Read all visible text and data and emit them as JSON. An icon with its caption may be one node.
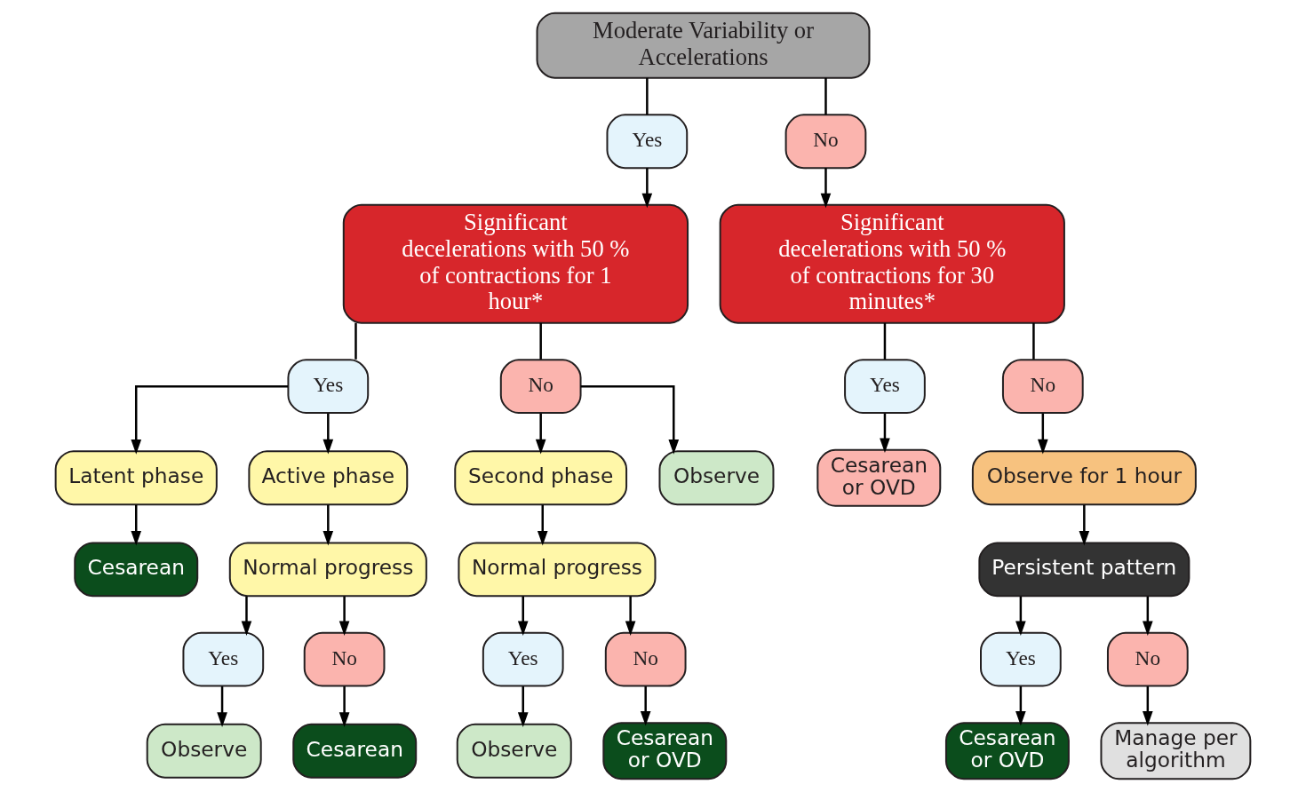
{
  "diagram": {
    "nodes": [
      {
        "text": [
          "Moderate Variability or Accelerations"
        ]
      },
      {
        "text": [
          "Yes"
        ]
      },
      {
        "text": [
          "No"
        ]
      },
      {
        "text": [
          "Significant decelerations with 50 % of contractions for 1 hour*"
        ]
      },
      {
        "text": [
          "Significant decelerations with 50 % of contractions for 30 minutes*"
        ]
      },
      {
        "text": [
          "Yes"
        ]
      },
      {
        "text": [
          "No"
        ]
      },
      {
        "text": [
          "Yes"
        ]
      },
      {
        "text": [
          "No"
        ]
      },
      {
        "text": [
          "Latent phase"
        ]
      },
      {
        "text": [
          "Active phase"
        ]
      },
      {
        "text": [
          "Second phase"
        ]
      },
      {
        "text": [
          "Observe"
        ]
      },
      {
        "text": [
          "Cesarean or OVD"
        ]
      },
      {
        "text": [
          "Observe for 1 hour"
        ]
      },
      {
        "text": [
          "Cesarean"
        ]
      },
      {
        "text": [
          "Normal progress"
        ]
      },
      {
        "text": [
          "Normal progress"
        ]
      },
      {
        "text": [
          "Persistent pattern"
        ]
      },
      {
        "text": [
          "Yes"
        ]
      },
      {
        "text": [
          "No"
        ]
      },
      {
        "text": [
          "Observe"
        ]
      },
      {
        "text": [
          "Cesarean"
        ]
      },
      {
        "text": [
          "Yes"
        ]
      },
      {
        "text": [
          "No"
        ]
      },
      {
        "text": [
          "Observe"
        ]
      },
      {
        "text": [
          "Cesarean or OVD"
        ]
      },
      {
        "text": [
          "Yes"
        ]
      },
      {
        "text": [
          "No"
        ]
      },
      {
        "text": [
          "Cesarean or OVD"
        ]
      },
      {
        "text": [
          "Manage per algorithm"
        ]
      }
    ],
    "edges": [
      {
        "from": 0,
        "to": 1,
        "arrow": "none"
      },
      {
        "from": 0,
        "to": 2,
        "arrow": "none"
      },
      {
        "from": 1,
        "to": 3,
        "arrow": "to"
      },
      {
        "from": 2,
        "to": 4,
        "arrow": "to"
      },
      {
        "from": 3,
        "to": 5,
        "arrow": "none"
      },
      {
        "from": 3,
        "to": 6,
        "arrow": "none"
      },
      {
        "from": 4,
        "to": 7,
        "arrow": "none"
      },
      {
        "from": 4,
        "to": 8,
        "arrow": "none"
      },
      {
        "from": 5,
        "to": 9,
        "arrow": "to"
      },
      {
        "from": 5,
        "to": 10,
        "arrow": "to"
      },
      {
        "from": 6,
        "to": 11,
        "arrow": "to"
      },
      {
        "from": 6,
        "to": 12,
        "arrow": "to"
      },
      {
        "from": 7,
        "to": 13,
        "arrow": "to"
      },
      {
        "from": 8,
        "to": 14,
        "arrow": "to"
      },
      {
        "from": 9,
        "to": 15,
        "arrow": "to"
      },
      {
        "from": 10,
        "to": 16,
        "arrow": "to"
      },
      {
        "from": 11,
        "to": 17,
        "arrow": "to"
      },
      {
        "from": 14,
        "to": 18,
        "arrow": "to"
      },
      {
        "from": 16,
        "to": 19,
        "arrow": "to"
      },
      {
        "from": 16,
        "to": 20,
        "arrow": "to"
      },
      {
        "from": 19,
        "to": 21,
        "arrow": "to"
      },
      {
        "from": 20,
        "to": 22,
        "arrow": "to"
      },
      {
        "from": 17,
        "to": 23,
        "arrow": "to"
      },
      {
        "from": 17,
        "to": 24,
        "arrow": "to"
      },
      {
        "from": 23,
        "to": 25,
        "arrow": "to"
      },
      {
        "from": 24,
        "to": 26,
        "arrow": "to"
      },
      {
        "from": 18,
        "to": 27,
        "arrow": "to"
      },
      {
        "from": 18,
        "to": 28,
        "arrow": "to"
      },
      {
        "from": 27,
        "to": 29,
        "arrow": "to"
      },
      {
        "from": 28,
        "to": 30,
        "arrow": "to"
      }
    ]
  }
}
